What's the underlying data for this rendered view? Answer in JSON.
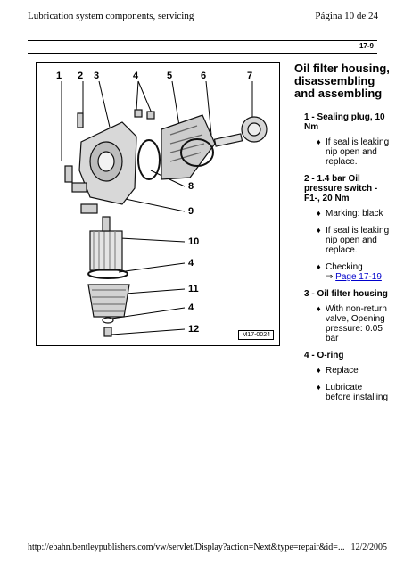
{
  "header": {
    "title": "Lubrication system components, servicing",
    "page": "Página 10 de 24"
  },
  "section_number": "17-9",
  "figure": {
    "callouts_top": [
      "1",
      "2",
      "3",
      "4",
      "5",
      "6",
      "7"
    ],
    "callouts_side": [
      "8",
      "9",
      "10",
      "4",
      "11",
      "4",
      "12"
    ],
    "code": "M17-0024"
  },
  "content": {
    "title": "Oil filter housing, disassembling and assembling",
    "items": [
      {
        "heading": "1 - Sealing plug, 10 Nm",
        "bullets": [
          "If seal is leaking nip open and replace."
        ]
      },
      {
        "heading": "2 - 1.4 bar Oil pressure switch - F1-, 20 Nm",
        "bullets": [
          "Marking: black",
          "If seal is leaking nip open and replace."
        ],
        "checking": {
          "text": "Checking",
          "arrow": "⇒",
          "link": "Page 17-19"
        }
      },
      {
        "heading": "3 - Oil filter housing",
        "bullets": [
          "With non-return valve, Opening pressure: 0.05 bar"
        ]
      },
      {
        "heading": "4 - O-ring",
        "bullets": [
          "Replace",
          "Lubricate before installing"
        ]
      }
    ]
  },
  "footer": {
    "url": "http://ebahn.bentleypublishers.com/vw/servlet/Display?action=Next&type=repair&id=...",
    "date": "12/2/2005"
  }
}
